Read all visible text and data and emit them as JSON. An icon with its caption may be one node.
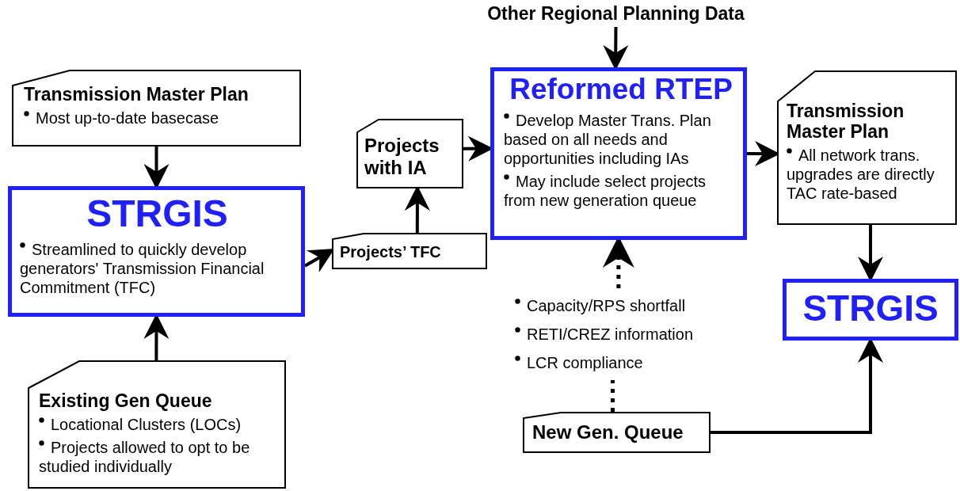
{
  "diagram": {
    "nodes": [
      {
        "text": [
          "Transmission Master Plan",
          "Most up-to-date basecase"
        ]
      },
      {
        "text": [
          "STRGIS",
          "Streamlined to quickly develop generators'  Transmission Financial Commitment (TFC)"
        ]
      },
      {
        "text": [
          "Existing Gen Queue",
          "Locational Clusters (LOCs)",
          "Projects allowed to opt to be studied individually"
        ]
      },
      {
        "text": [
          "Projects’ TFC"
        ]
      },
      {
        "text": [
          "Projects with IA"
        ]
      },
      {
        "text": [
          "Other Regional Planning Data"
        ]
      },
      {
        "text": [
          "Reformed RTEP",
          "Develop Master Trans. Plan based on all needs and opportunities including IAs",
          "May include select projects from new generation queue"
        ]
      },
      {
        "text": [
          "Transmission Master Plan",
          "All network trans. upgrades are directly TAC rate-based"
        ]
      },
      {
        "text": [
          "STRGIS"
        ]
      },
      {
        "text": [
          "Capacity/RPS shortfall",
          "RETI/CREZ information",
          "LCR compliance"
        ]
      },
      {
        "text": [
          "New Gen. Queue"
        ]
      }
    ],
    "edges": [
      {
        "from": 0,
        "to": 1,
        "arrow": "to"
      },
      {
        "from": 2,
        "to": 1,
        "arrow": "to"
      },
      {
        "from": 1,
        "to": 3,
        "arrow": "to"
      },
      {
        "from": 3,
        "to": 4,
        "arrow": "to"
      },
      {
        "from": 4,
        "to": 6,
        "arrow": "to"
      },
      {
        "from": 5,
        "to": 6,
        "arrow": "to"
      },
      {
        "from": 6,
        "to": 7,
        "arrow": "to"
      },
      {
        "from": 7,
        "to": 8,
        "arrow": "to"
      },
      {
        "from": 10,
        "to": 8,
        "arrow": "to"
      },
      {
        "from": 9,
        "to": 6,
        "arrow": "to",
        "style": "dashed"
      },
      {
        "from": 10,
        "to": 9,
        "arrow": "none",
        "style": "dashed"
      }
    ]
  }
}
